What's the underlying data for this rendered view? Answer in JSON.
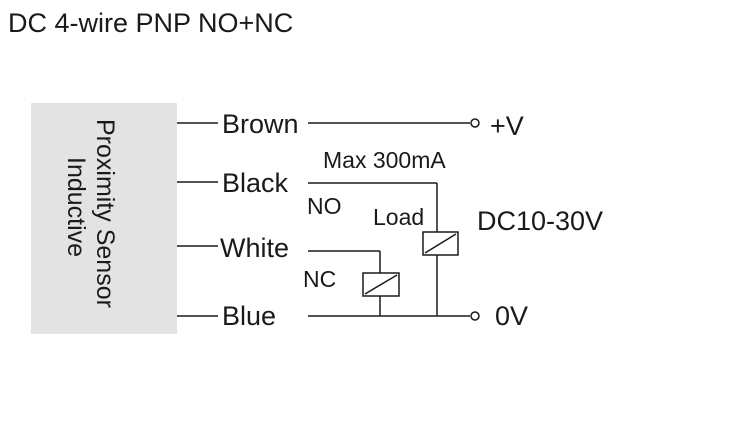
{
  "title": "DC 4-wire PNP NO+NC",
  "sensor": {
    "line1": "Proximity Sensor",
    "line2": "Inductive",
    "fill": "#e3e3e3"
  },
  "wires": [
    {
      "id": "brown",
      "label": "Brown"
    },
    {
      "id": "black",
      "label": "Black"
    },
    {
      "id": "white",
      "label": "White"
    },
    {
      "id": "blue",
      "label": "Blue"
    }
  ],
  "terminals": {
    "positive": "+V",
    "ground": "0V"
  },
  "annotations": {
    "max_current": "Max 300mA",
    "no_label": "NO",
    "nc_label": "NC",
    "load_label": "Load",
    "supply": "DC10-30V"
  },
  "colors": {
    "line": "#1a1a1a"
  }
}
